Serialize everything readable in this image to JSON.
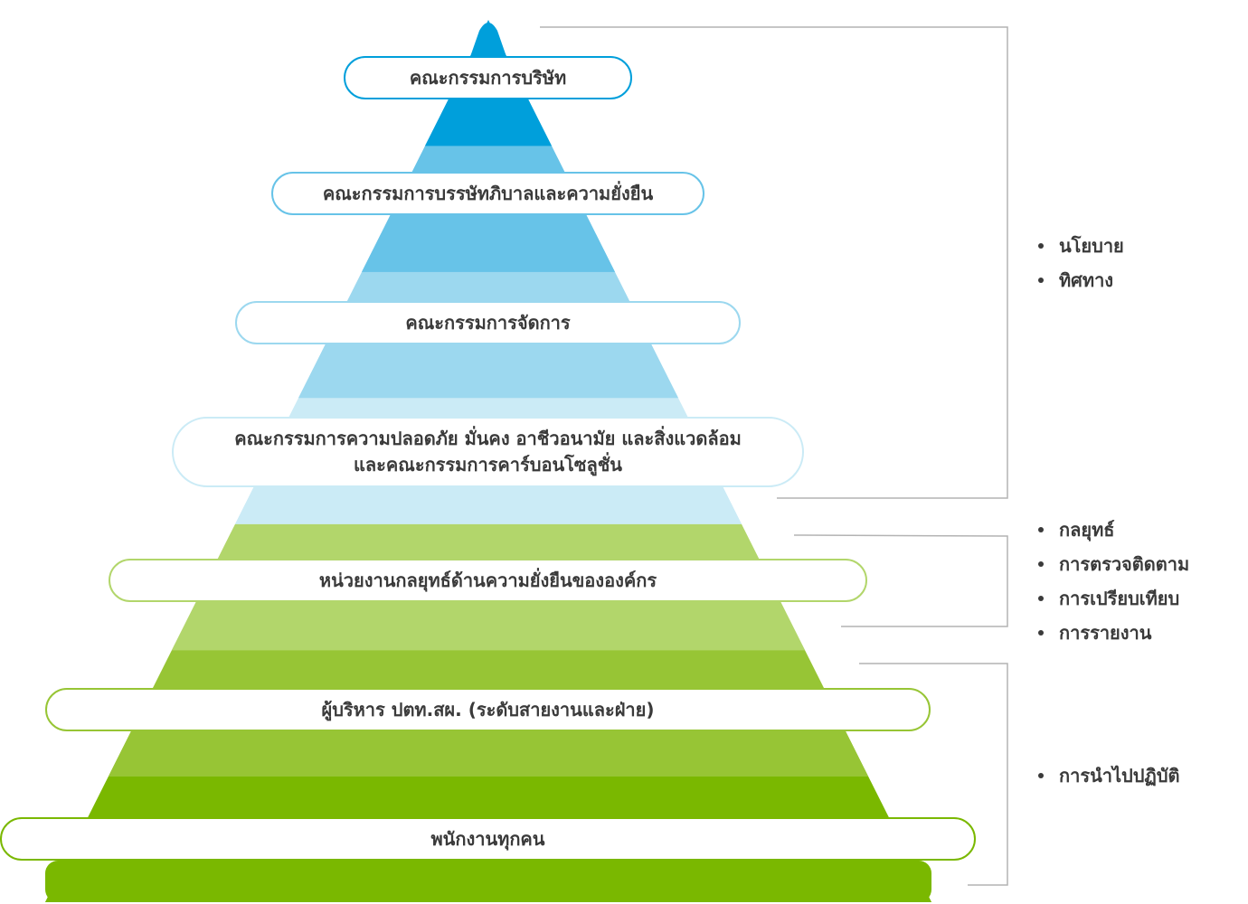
{
  "colors": {
    "policy_tiers": [
      "#009fdb",
      "#67c3e8",
      "#9cd8ef",
      "#cbebf6"
    ],
    "execution_tiers": [
      "#b2d66b",
      "#97c535",
      "#7ab800"
    ],
    "bracket": "#b3b3b3",
    "text": "#3a3a3a"
  },
  "levels": [
    {
      "id": "board",
      "label": "คณะกรรมการบริษัท"
    },
    {
      "id": "cg-committee",
      "label": "คณะกรรมการบรรษัทภิบาลและความยั่งยืน"
    },
    {
      "id": "management-committee",
      "label": "คณะกรรมการจัดการ"
    },
    {
      "id": "ssh-committee",
      "line1": "คณะกรรมการความปลอดภัย มั่นคง อาชีวอนามัย และสิ่งแวดล้อม",
      "line2": "และคณะกรรมการคาร์บอนโซลูชั่น"
    },
    {
      "id": "strategy-unit",
      "label": "หน่วยงานกลยุทธ์ด้านความยั่งยืนขององค์กร"
    },
    {
      "id": "executives",
      "label": "ผู้บริหาร ปตท.สผ. (ระดับสายงานและฝ่าย)"
    },
    {
      "id": "employees",
      "label": "พนักงานทุกคน"
    }
  ],
  "groups": {
    "policy": [
      "นโยบาย",
      "ทิศทาง"
    ],
    "strategy": [
      "กลยุทธ์",
      "การตรวจติดตาม",
      "การเปรียบเทียบ",
      "การรายงาน"
    ],
    "implementation": [
      "การนำไปปฏิบัติ"
    ]
  }
}
